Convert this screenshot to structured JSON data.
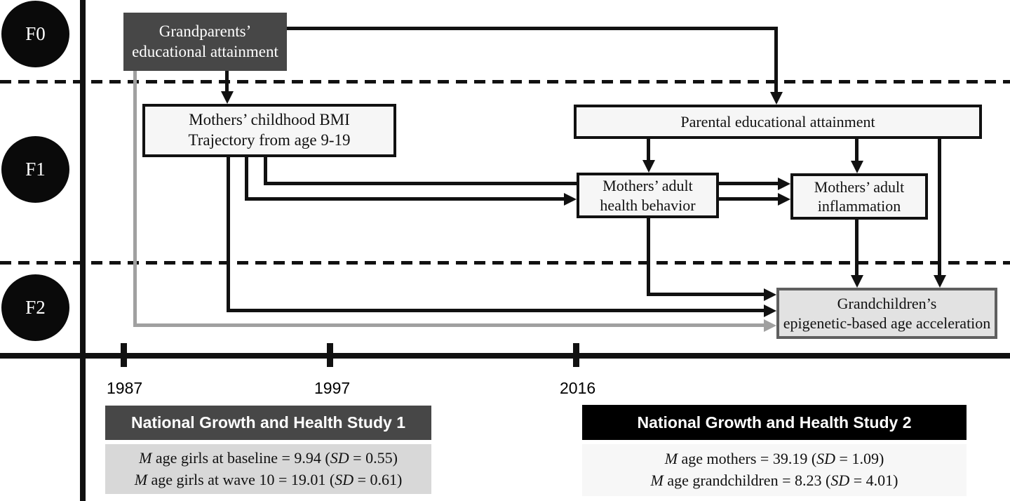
{
  "diagram": {
    "generations": [
      {
        "label": "F0"
      },
      {
        "label": "F1"
      },
      {
        "label": "F2"
      }
    ],
    "boxes": {
      "grandparents": "Grandparents’\neducational attainment",
      "bmi": "Mothers’ childhood BMI\nTrajectory from age 9-19",
      "parental": "Parental educational attainment",
      "health_behavior": "Mothers’ adult\nhealth behavior",
      "inflammation": "Mothers’ adult\ninflammation",
      "grandchildren": "Grandchildren’s\nepigenetic-based age acceleration"
    },
    "timeline": {
      "years": [
        "1987",
        "1997",
        "2016"
      ]
    },
    "studies": [
      {
        "title": "National Growth and Health Study 1",
        "stats": [
          [
            [
              "i",
              "M"
            ],
            [
              "r",
              " age girls at baseline = 9.94 ("
            ],
            [
              "i",
              "SD"
            ],
            [
              "r",
              " = 0.55)"
            ]
          ],
          [
            [
              "i",
              "M"
            ],
            [
              "r",
              " age girls at wave 10 = 19.01 ("
            ],
            [
              "i",
              "SD"
            ],
            [
              "r",
              " = 0.61)"
            ]
          ]
        ]
      },
      {
        "title": "National Growth and Health Study 2",
        "stats": [
          [
            [
              "i",
              "M"
            ],
            [
              "r",
              " age mothers = 39.19 ("
            ],
            [
              "i",
              "SD"
            ],
            [
              "r",
              " = 1.09)"
            ]
          ],
          [
            [
              "i",
              "M"
            ],
            [
              "r",
              " age grandchildren = 8.23 ("
            ],
            [
              "i",
              "SD"
            ],
            [
              "r",
              " = 4.01)"
            ]
          ]
        ]
      }
    ],
    "colors": {
      "dark_box": "#474747",
      "black": "#000000",
      "light_box_fill": "#f6f6f6",
      "outcome_box_fill": "#e2e2e2",
      "outcome_box_border": "#5f5f5f",
      "gray_arrow": "#a0a0a0",
      "study1_body": "#d8d8d8",
      "study2_body": "#f7f7f7"
    }
  }
}
